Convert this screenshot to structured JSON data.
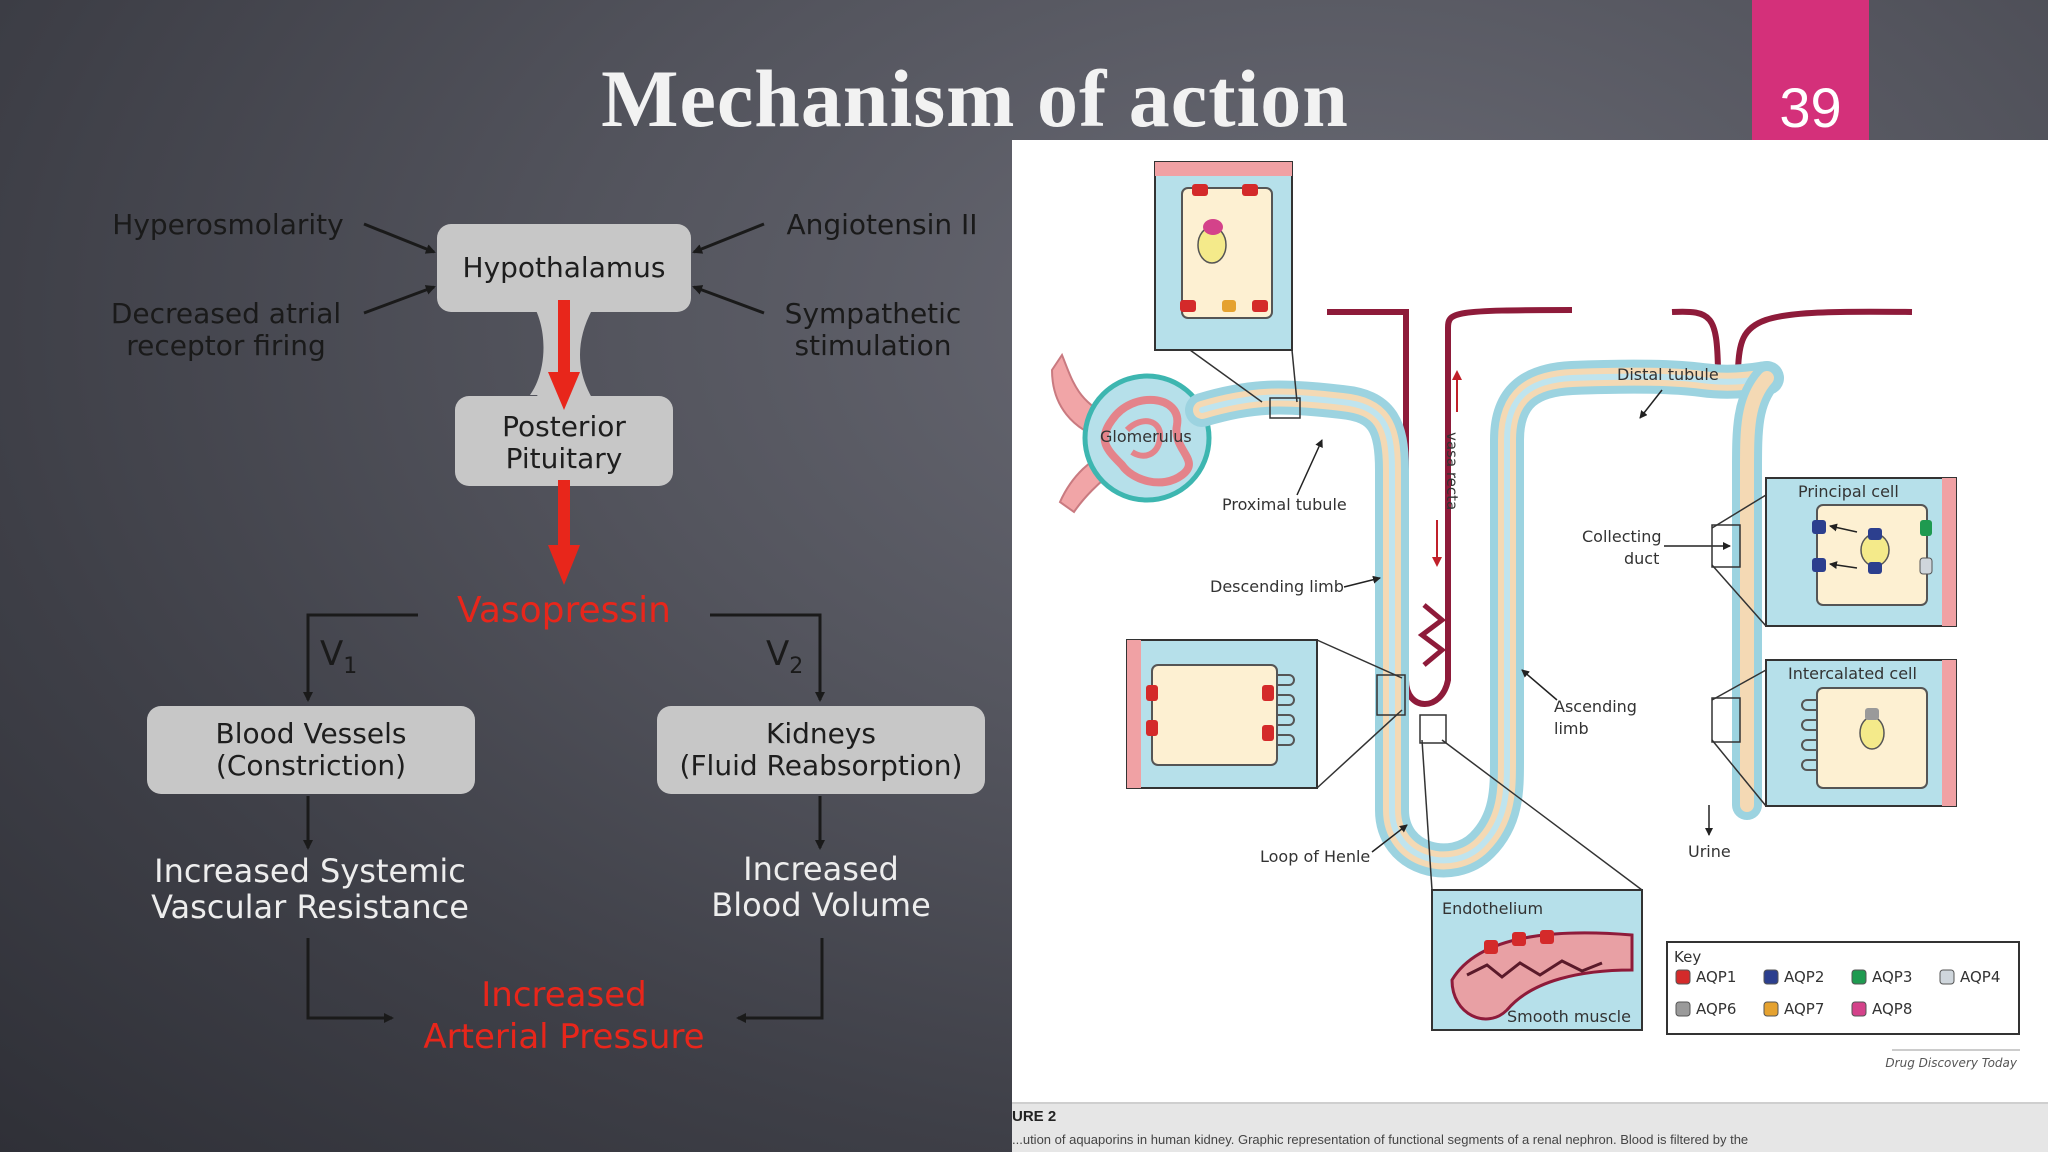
{
  "slide": {
    "title": "Mechanism of action",
    "page_number": "39",
    "accent_color": "#d4307a"
  },
  "flowchart": {
    "inputs": {
      "hyperosmolarity": "Hyperosmolarity",
      "atrial_line1": "Decreased atrial",
      "atrial_line2": "receptor firing",
      "angiotensin": "Angiotensin II",
      "sympathetic_line1": "Sympathetic",
      "sympathetic_line2": "stimulation"
    },
    "hypothalamus": "Hypothalamus",
    "posterior_line1": "Posterior",
    "posterior_line2": "Pituitary",
    "vasopressin": "Vasopressin",
    "v1": "V",
    "v1_sub": "1",
    "v2": "V",
    "v2_sub": "2",
    "blood_vessels_line1": "Blood Vessels",
    "blood_vessels_line2": "(Constriction)",
    "kidneys_line1": "Kidneys",
    "kidneys_line2": "(Fluid Reabsorption)",
    "svr_line1": "Increased Systemic",
    "svr_line2": "Vascular Resistance",
    "volume_line1": "Increased",
    "volume_line2": "Blood Volume",
    "outcome_line1": "Increased",
    "outcome_line2": "Arterial Pressure",
    "colors": {
      "box": "#c7c7c7",
      "arrow_red": "#e8261b",
      "red_text": "#e8261b",
      "text_dark": "#1e1e1e",
      "text_light": "#ededed"
    }
  },
  "kidney_figure": {
    "labels": {
      "glomerulus": "Glomerulus",
      "proximal_tubule": "Proximal tubule",
      "descending_limb": "Descending limb",
      "vasa_recta": "vasa recta",
      "distal_tubule": "Distal tubule",
      "collecting_line1": "Collecting",
      "collecting_line2": "duct",
      "ascending_line1": "Ascending",
      "ascending_line2": "limb",
      "loop_of_henle": "Loop of Henle",
      "principal_cell": "Principal cell",
      "intercalated_cell": "Intercalated cell",
      "endothelium": "Endothelium",
      "smooth_muscle": "Smooth muscle",
      "urine": "Urine"
    },
    "key": {
      "title": "Key",
      "items": [
        {
          "label": "AQP1",
          "color": "#d42a2a"
        },
        {
          "label": "AQP2",
          "color": "#2c3f8e"
        },
        {
          "label": "AQP3",
          "color": "#1f9a50"
        },
        {
          "label": "AQP4",
          "color": "#cfd6dc"
        },
        {
          "label": "AQP6",
          "color": "#9a9a9a"
        },
        {
          "label": "AQP7",
          "color": "#e5a230"
        },
        {
          "label": "AQP8",
          "color": "#d4428a"
        }
      ]
    },
    "source": "Drug Discovery Today",
    "caption_label": "URE 2",
    "caption_text": "...ution of aquaporins in human kidney. Graphic representation of functional segments of a renal nephron. Blood is filtered by the"
  }
}
